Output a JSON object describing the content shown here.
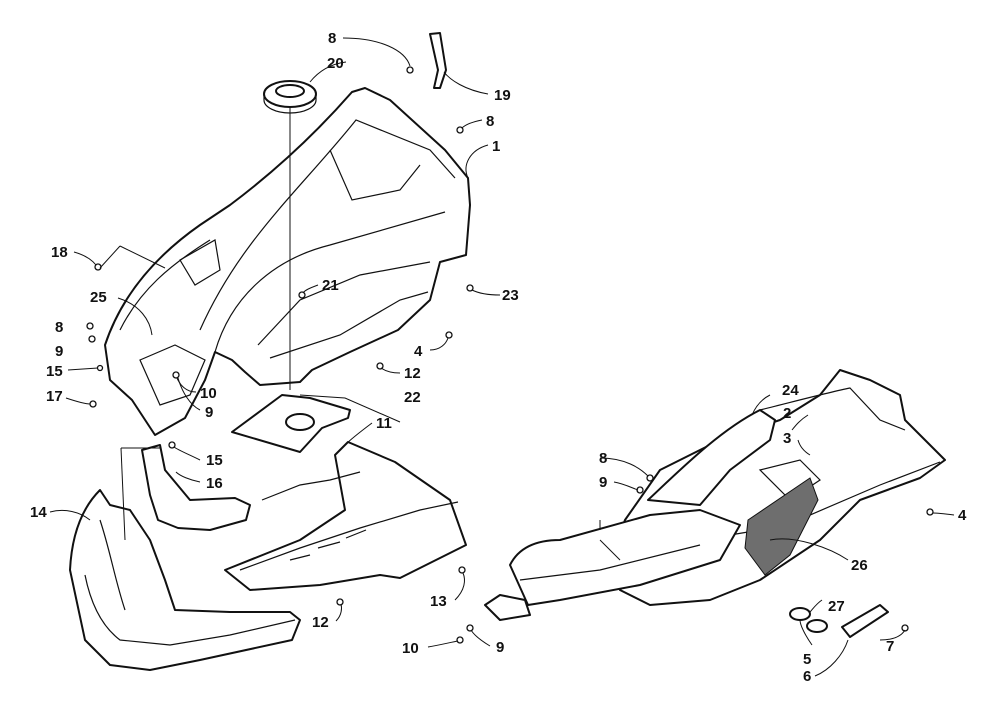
{
  "callouts": {
    "c1": "1",
    "c2": "2",
    "c3": "3",
    "c4a": "4",
    "c4b": "4",
    "c5": "5",
    "c6": "6",
    "c7": "7",
    "c8a": "8",
    "c8b": "8",
    "c8c": "8",
    "c8d": "8",
    "c9a": "9",
    "c9b": "9",
    "c9c": "9",
    "c9d": "9",
    "c10a": "10",
    "c10b": "10",
    "c11": "11",
    "c12a": "12",
    "c12b": "12",
    "c13": "13",
    "c14": "14",
    "c15a": "15",
    "c15b": "15",
    "c16": "16",
    "c17": "17",
    "c18": "18",
    "c19": "19",
    "c20": "20",
    "c21": "21",
    "c22": "22",
    "c23": "23",
    "c24": "24",
    "c25": "25",
    "c26": "26",
    "c27": "27"
  }
}
